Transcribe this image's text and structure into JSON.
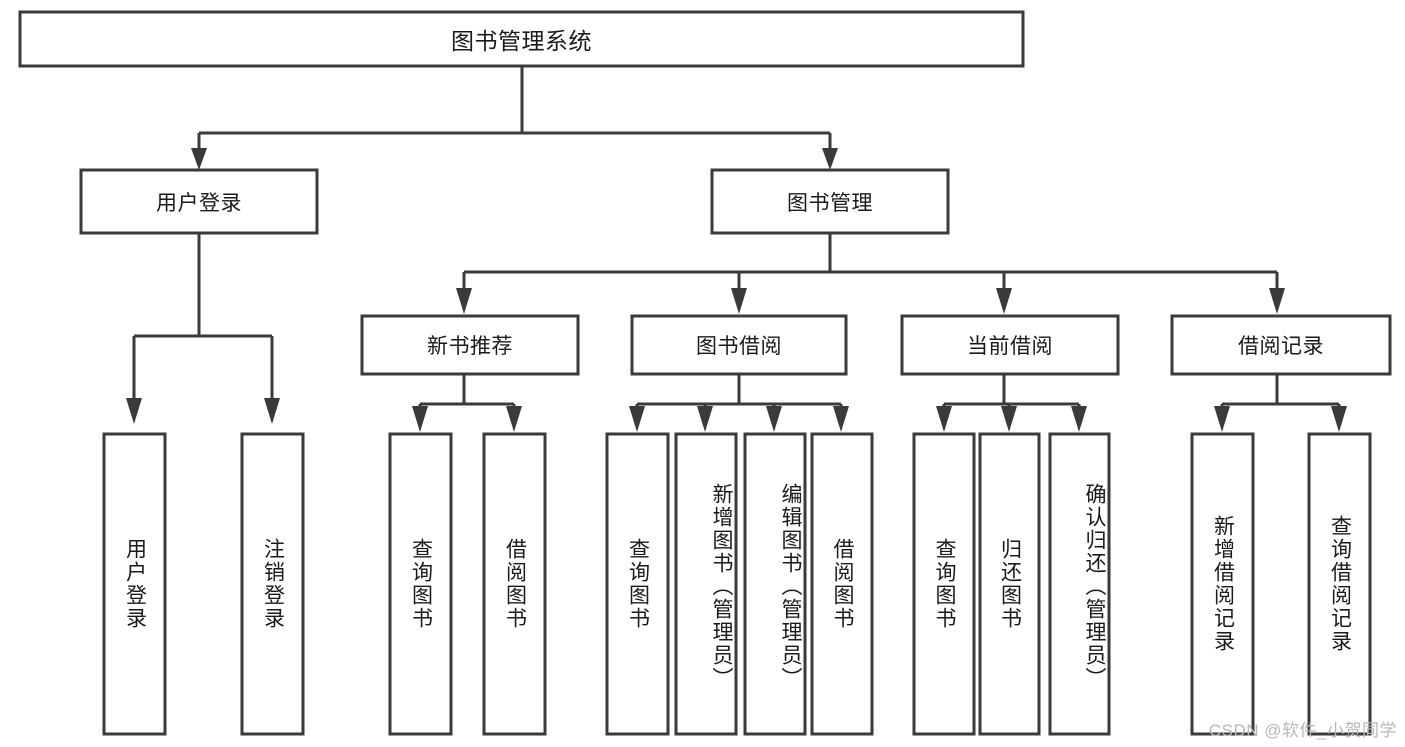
{
  "diagram": {
    "type": "tree-hierarchy",
    "title": "图书管理系统",
    "watermark": "CSDN @软件_小贺同学",
    "colors": {
      "box_stroke": "#3a3a3a",
      "box_fill": "#ffffff",
      "text": "#1a1a1a",
      "background": "#ffffff",
      "watermark": "#b8b8b8"
    },
    "levels": {
      "root": {
        "label": "图书管理系统"
      },
      "level2": [
        {
          "label": "用户登录"
        },
        {
          "label": "图书管理"
        }
      ],
      "level3": [
        {
          "label": "新书推荐"
        },
        {
          "label": "图书借阅"
        },
        {
          "label": "当前借阅"
        },
        {
          "label": "借阅记录"
        }
      ],
      "leaves": {
        "user_login": [
          {
            "label": "用户登录"
          },
          {
            "label": "注销登录"
          }
        ],
        "new_book_recommend": [
          {
            "label": "查询图书"
          },
          {
            "label": "借阅图书"
          }
        ],
        "book_borrow": [
          {
            "label": "查询图书"
          },
          {
            "label": "新增图书（管理员）"
          },
          {
            "label": "编辑图书（管理员）"
          },
          {
            "label": "借阅图书"
          }
        ],
        "current_borrow": [
          {
            "label": "查询图书"
          },
          {
            "label": "归还图书"
          },
          {
            "label": "确认归还（管理员）"
          }
        ],
        "borrow_record": [
          {
            "label": "新增借阅记录"
          },
          {
            "label": "查询借阅记录"
          }
        ]
      }
    }
  }
}
